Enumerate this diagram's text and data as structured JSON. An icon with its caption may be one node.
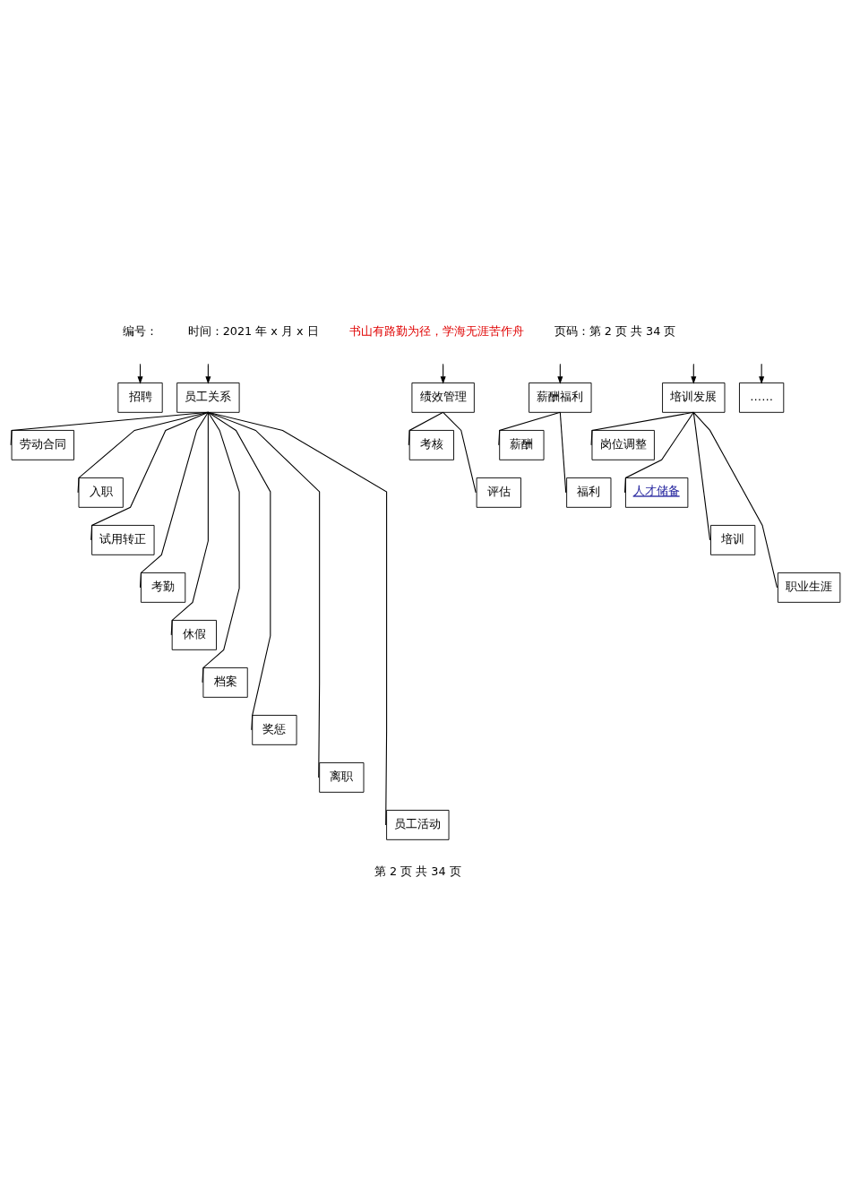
{
  "diagram": {
    "nodes": [
      {
        "text": [
          "招聘"
        ]
      },
      {
        "text": [
          "绩效管理"
        ]
      },
      {
        "text": [
          "薪酬福利"
        ]
      },
      {
        "text": [
          "培训发展"
        ]
      },
      {
        "text": [
          "员工关系"
        ]
      },
      {
        "text": [
          "……"
        ]
      },
      {
        "text": [
          "考核"
        ]
      },
      {
        "text": [
          "评估"
        ]
      },
      {
        "text": [
          "薪酬"
        ]
      },
      {
        "text": [
          "福利"
        ]
      },
      {
        "text": [
          "岗位调整"
        ]
      },
      {
        "text": [
          "人才储备"
        ]
      },
      {
        "text": [
          "培训"
        ]
      },
      {
        "text": [
          "职业生涯"
        ]
      },
      {
        "text": [
          "劳动合同"
        ]
      },
      {
        "text": [
          "入职"
        ]
      },
      {
        "text": [
          "试用转正"
        ]
      },
      {
        "text": [
          "考勤"
        ]
      },
      {
        "text": [
          "休假"
        ]
      },
      {
        "text": [
          "档案"
        ]
      },
      {
        "text": [
          "奖惩"
        ]
      },
      {
        "text": [
          "离职"
        ]
      },
      {
        "text": [
          "员工活动"
        ]
      }
    ],
    "edges": [
      {
        "from": null,
        "to": 0,
        "arrow": "to"
      },
      {
        "from": null,
        "to": 1,
        "arrow": "to"
      },
      {
        "from": null,
        "to": 2,
        "arrow": "to"
      },
      {
        "from": null,
        "to": 3,
        "arrow": "to"
      },
      {
        "from": null,
        "to": 4,
        "arrow": "to"
      },
      {
        "from": null,
        "to": 5,
        "arrow": "to"
      },
      {
        "from": 1,
        "to": 6,
        "arrow": "none"
      },
      {
        "from": 1,
        "to": 7,
        "arrow": "none"
      },
      {
        "from": 2,
        "to": 8,
        "arrow": "none"
      },
      {
        "from": 2,
        "to": 9,
        "arrow": "none"
      },
      {
        "from": 3,
        "to": 10,
        "arrow": "none"
      },
      {
        "from": 3,
        "to": 11,
        "arrow": "none"
      },
      {
        "from": 3,
        "to": 12,
        "arrow": "none"
      },
      {
        "from": 3,
        "to": 13,
        "arrow": "none"
      },
      {
        "from": 4,
        "to": 14,
        "arrow": "none"
      },
      {
        "from": 4,
        "to": 15,
        "arrow": "none"
      },
      {
        "from": 4,
        "to": 16,
        "arrow": "none"
      },
      {
        "from": 4,
        "to": 17,
        "arrow": "none"
      },
      {
        "from": 4,
        "to": 18,
        "arrow": "none"
      },
      {
        "from": 4,
        "to": 19,
        "arrow": "none"
      },
      {
        "from": 4,
        "to": 20,
        "arrow": "none"
      },
      {
        "from": 4,
        "to": 21,
        "arrow": "none"
      },
      {
        "from": 4,
        "to": 22,
        "arrow": "none"
      }
    ],
    "labels": [
      "编号：",
      "时间：2021 年 x 月 x 日",
      "书山有路勤为径，学海无涯苦作舟",
      "页码：第 2 页 共 34 页",
      "第 2 页 共 34 页"
    ]
  }
}
